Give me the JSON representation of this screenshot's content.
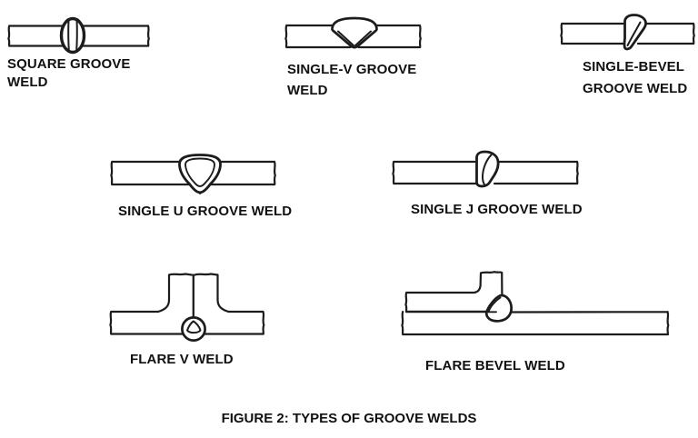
{
  "figure": {
    "caption": "FIGURE 2: TYPES OF GROOVE WELDS"
  },
  "colors": {
    "ink": "#1c1c1c",
    "paper": "#ffffff"
  },
  "weld_types": [
    {
      "name": "square-groove-weld",
      "label_line1": "SQUARE GROOVE",
      "label_line2": "WELD"
    },
    {
      "name": "single-v-groove-weld",
      "label_line1": "SINGLE-V GROOVE",
      "label_line2": "WELD"
    },
    {
      "name": "single-bevel-groove-weld",
      "label_line1": "SINGLE-BEVEL",
      "label_line2": "GROOVE WELD"
    },
    {
      "name": "single-u-groove-weld",
      "label_line1": "SINGLE U GROOVE WELD"
    },
    {
      "name": "single-j-groove-weld",
      "label_line1": "SINGLE J GROOVE WELD"
    },
    {
      "name": "flare-v-weld",
      "label_line1": "FLARE V WELD"
    },
    {
      "name": "flare-bevel-weld",
      "label_line1": "FLARE BEVEL WELD"
    }
  ]
}
